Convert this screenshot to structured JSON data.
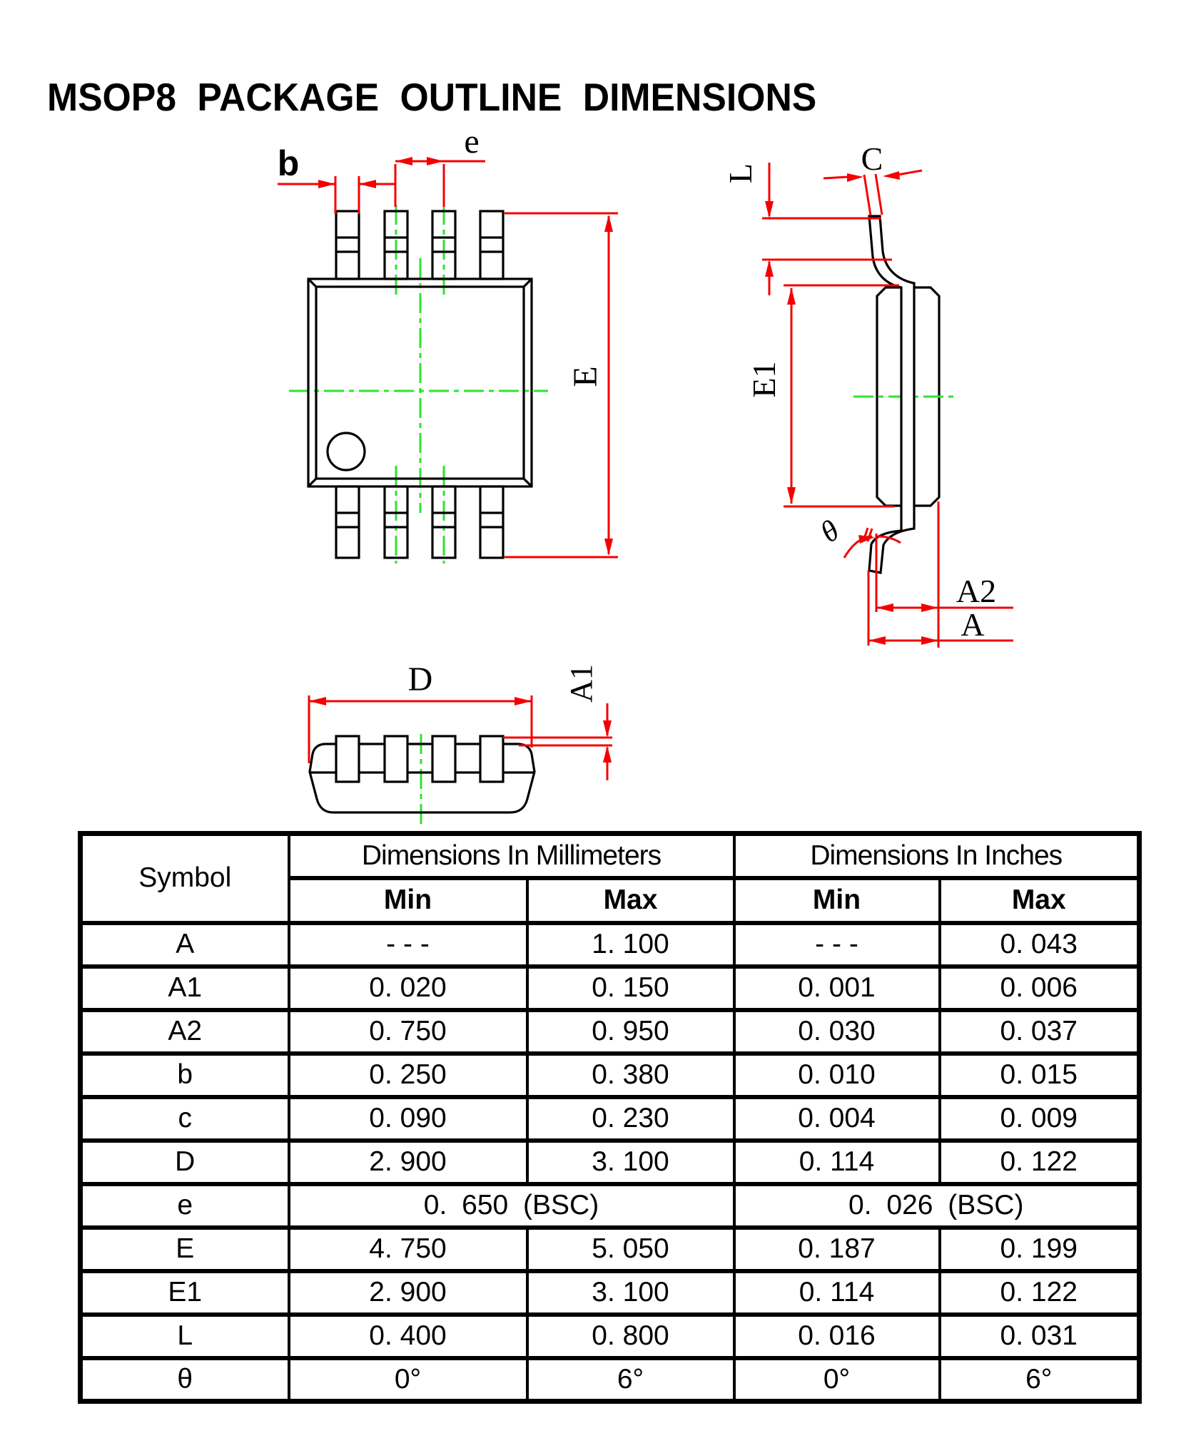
{
  "title": "MSOP8 PACKAGE OUTLINE DIMENSIONS",
  "drawing": {
    "labels": {
      "b": "b",
      "e": "e",
      "E": "E",
      "L": "L",
      "C": "C",
      "E1": "E1",
      "theta": "θ",
      "A2": "A2",
      "A": "A",
      "D": "D",
      "A1": "A1"
    },
    "colors": {
      "dimension_red": "#f50000",
      "centerline_green": "#2ee32e",
      "outline_black": "#000000"
    }
  },
  "table": {
    "symbol_header": "Symbol",
    "mm_header": "Dimensions In Millimeters",
    "in_header": "Dimensions In Inches",
    "min_label": "Min",
    "max_label": "Max",
    "rows": [
      {
        "sym": "A",
        "mm_min": "- - -",
        "mm_max": "1. 100",
        "in_min": "- - -",
        "in_max": "0. 043"
      },
      {
        "sym": "A1",
        "mm_min": "0. 020",
        "mm_max": "0. 150",
        "in_min": "0. 001",
        "in_max": "0. 006"
      },
      {
        "sym": "A2",
        "mm_min": "0. 750",
        "mm_max": "0. 950",
        "in_min": "0. 030",
        "in_max": "0. 037"
      },
      {
        "sym": "b",
        "mm_min": "0. 250",
        "mm_max": "0. 380",
        "in_min": "0. 010",
        "in_max": "0. 015"
      },
      {
        "sym": "c",
        "mm_min": "0. 090",
        "mm_max": "0. 230",
        "in_min": "0. 004",
        "in_max": "0. 009"
      },
      {
        "sym": "D",
        "mm_min": "2. 900",
        "mm_max": "3. 100",
        "in_min": "0. 114",
        "in_max": "0. 122"
      },
      {
        "sym": "e",
        "mm_span": "0. 650 (BSC)",
        "in_span": "0. 026 (BSC)"
      },
      {
        "sym": "E",
        "mm_min": "4. 750",
        "mm_max": "5. 050",
        "in_min": "0. 187",
        "in_max": "0. 199"
      },
      {
        "sym": "E1",
        "mm_min": "2. 900",
        "mm_max": "3. 100",
        "in_min": "0. 114",
        "in_max": "0. 122"
      },
      {
        "sym": "L",
        "mm_min": "0. 400",
        "mm_max": "0. 800",
        "in_min": "0. 016",
        "in_max": "0. 031"
      },
      {
        "sym": "θ",
        "mm_min": "0°",
        "mm_max": "6°",
        "in_min": "0°",
        "in_max": "6°"
      }
    ]
  }
}
